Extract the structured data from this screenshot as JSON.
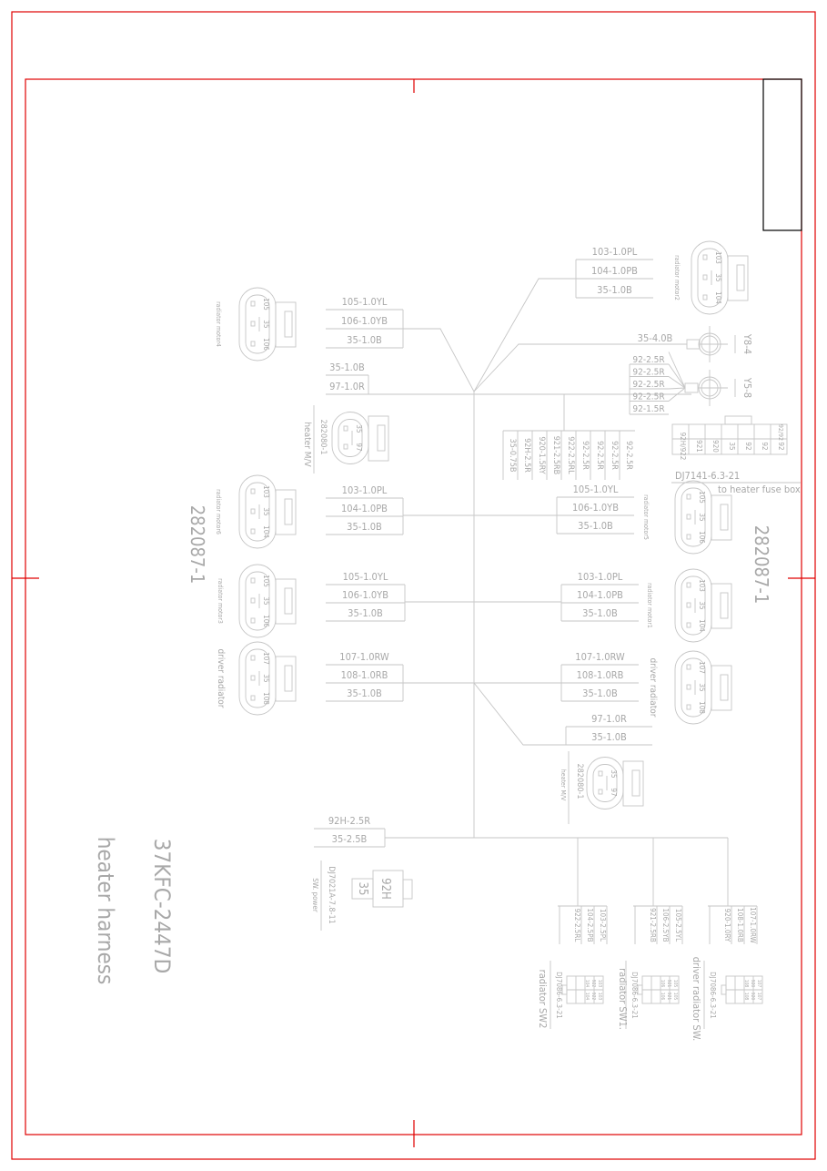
{
  "title": {
    "part_number": "37KFC-2447D",
    "name": "heater harness"
  },
  "colors": {
    "frame": "#e00000",
    "lines": "#c6c6c6",
    "text": "#a8a8a8"
  },
  "connector_type_left": "282087-1",
  "connector_type_right": "282087-1",
  "connectors": {
    "motor4": {
      "label": "radiator motor4",
      "pins": [
        "105",
        "35",
        "106"
      ]
    },
    "motor2": {
      "label": "radiator motor2",
      "pins": [
        "103",
        "35",
        "104"
      ]
    },
    "heater_valve_top": {
      "label": "heater M/V",
      "part": "282080-1",
      "pins": [
        "35",
        "97"
      ]
    },
    "motor6": {
      "label": "radiator motor6",
      "pins": [
        "103",
        "35",
        "104"
      ]
    },
    "motor3": {
      "label": "radiator motor3",
      "pins": [
        "105",
        "35",
        "106"
      ]
    },
    "driver_left": {
      "label": "driver radiator",
      "pins": [
        "107",
        "35",
        "108"
      ]
    },
    "motor5": {
      "label": "radiator motor5",
      "pins": [
        "105",
        "35",
        "106"
      ]
    },
    "motor1": {
      "label": "radiator motor1",
      "pins": [
        "103",
        "35",
        "104"
      ]
    },
    "driver_right": {
      "label": "driver radiator",
      "pins": [
        "107",
        "35",
        "108"
      ]
    },
    "heater_valve_bottom": {
      "label": "heater M/V",
      "part": "282080-1",
      "pins": [
        "35",
        "97"
      ]
    },
    "sw_power": {
      "label": "SW. power",
      "part": "DJ7021A-7.8-11",
      "pins": [
        "92H",
        "35"
      ]
    },
    "fuse_box": {
      "part": "DJ7141-6.3-21",
      "label": "to heater fuse box",
      "cells": [
        "92H/922",
        "921",
        "920",
        "35",
        "92",
        "92",
        "92",
        "92/92"
      ]
    },
    "ground": {
      "label": "Y8-4"
    },
    "power_terminal": {
      "label": "Y5-8"
    },
    "radiator_sw2": {
      "label": "radiator SW2",
      "part": "DJ7086-6.3-21",
      "cells": [
        "103",
        "103",
        "922",
        "922",
        "104",
        "104"
      ]
    },
    "radiator_sw1": {
      "label": "radiator SW1.",
      "part": "DJ7086-6.3-21",
      "cells": [
        "105",
        "105",
        "921",
        "921",
        "106",
        "106"
      ]
    },
    "driver_sw": {
      "label": "driver radiator SW.",
      "part": "DJ7086-6.3-21",
      "cells": [
        "107",
        "107",
        "920",
        "920",
        "108",
        "108"
      ]
    }
  },
  "wires": {
    "motor4": [
      "105-1.0YL",
      "106-1.0YB",
      "35-1.0B"
    ],
    "motor2": [
      "103-1.0PL",
      "104-1.0PB",
      "35-1.0B"
    ],
    "heater_valve_top": [
      "35-1.0B",
      "97-1.0R"
    ],
    "ground": [
      "35-4.0B"
    ],
    "power": [
      "92-2.5R",
      "92-2.5R",
      "92-2.5R",
      "92-2.5R",
      "92-1.5R"
    ],
    "fuse_box": [
      "35-0.75B",
      "92H-2.5R",
      "920-1.5RY",
      "921-2.5RB",
      "922-2.5RL",
      "92-2.5R",
      "92-2.5R",
      "92-2.5R",
      "92-2.5R"
    ],
    "motor6": [
      "103-1.0PL",
      "104-1.0PB",
      "35-1.0B"
    ],
    "motor5": [
      "105-1.0YL",
      "106-1.0YB",
      "35-1.0B"
    ],
    "motor3": [
      "105-1.0YL",
      "106-1.0YB",
      "35-1.0B"
    ],
    "motor1": [
      "103-1.0PL",
      "104-1.0PB",
      "35-1.0B"
    ],
    "driver_left": [
      "107-1.0RW",
      "108-1.0RB",
      "35-1.0B"
    ],
    "driver_right": [
      "107-1.0RW",
      "108-1.0RB",
      "35-1.0B"
    ],
    "heater_valve_bottom": [
      "97-1.0R",
      "35-1.0B"
    ],
    "sw_power": [
      "92H-2.5R",
      "35-2.5B"
    ],
    "radiator_sw2": [
      "103-2.5PL",
      "104-2.5PB",
      "922-2.5RL"
    ],
    "radiator_sw1": [
      "105-2.5YL",
      "106-2.5YB",
      "921-2.5RB"
    ],
    "driver_sw": [
      "107-1.0RW",
      "108-1.0RB",
      "920-1.0RY"
    ]
  }
}
